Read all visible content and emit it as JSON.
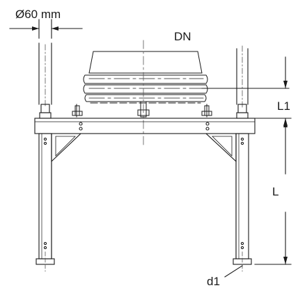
{
  "labels": {
    "pipe_diameter": "Ø60 mm",
    "nominal_diameter": "DN",
    "height_l1": "L1",
    "height_l": "L",
    "foot_d1": "d1"
  },
  "colors": {
    "line": "#1a1a1a",
    "centerline": "#555555",
    "background": "#ffffff"
  }
}
